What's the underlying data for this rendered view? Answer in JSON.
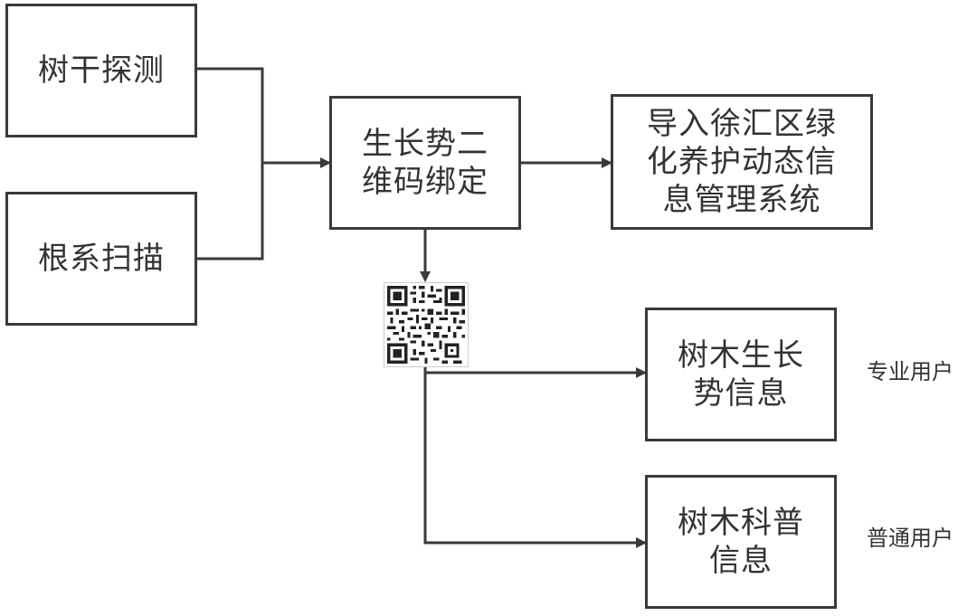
{
  "diagram": {
    "nodes": {
      "trunk_detection": {
        "lines": [
          "树干探测"
        ]
      },
      "root_scan": {
        "lines": [
          "根系扫描"
        ]
      },
      "qr_binding": {
        "lines": [
          "生长势二",
          "维码绑定"
        ]
      },
      "import_system": {
        "lines": [
          "导入徐汇区绿",
          "化养护动态信",
          "息管理系统"
        ]
      },
      "growth_info": {
        "lines": [
          "树木生长",
          "势信息"
        ]
      },
      "science_info": {
        "lines": [
          "树木科普",
          "信息"
        ]
      }
    },
    "labels": {
      "professional_user": "专业用户",
      "general_user": "普通用户"
    },
    "qr_code": {
      "icon": "qr-code-icon"
    },
    "colors": {
      "stroke": "#3a3a3a",
      "text": "#333333",
      "background": "#ffffff"
    }
  }
}
